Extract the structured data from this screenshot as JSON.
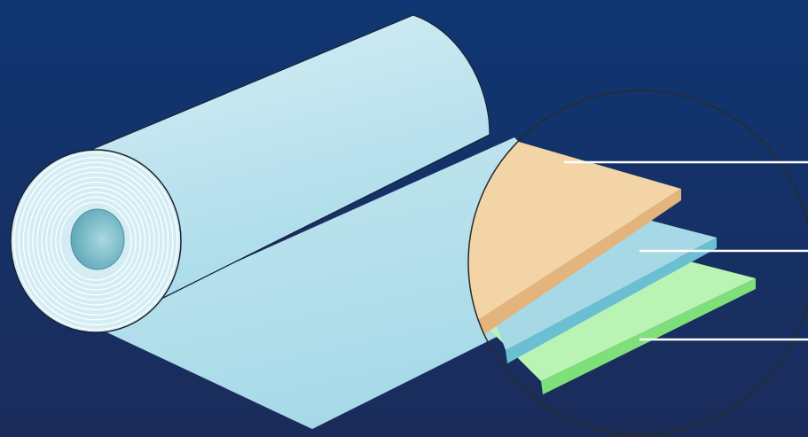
{
  "diagram": {
    "subject": "paper-roll-with-layer-magnifier",
    "colors": {
      "background_top": "#0f3672",
      "background_bottom": "#1b2c5a",
      "roll_body": "#cbe9f1",
      "roll_shade": "#a9dbea",
      "roll_outline": "#1a2233",
      "core": "#7fbfcc",
      "layer_top": "#f2d4a6",
      "layer_top_edge": "#e3b47b",
      "layer_middle": "#a7d8e5",
      "layer_middle_edge": "#6bbfd3",
      "layer_bottom": "#baf4b5",
      "layer_bottom_edge": "#7fe07a",
      "leader_line": "#ffffff",
      "magnifier_outline": "#2a2a2a"
    },
    "layers": [
      {
        "id": "top",
        "color_key": "layer_top"
      },
      {
        "id": "middle",
        "color_key": "layer_middle"
      },
      {
        "id": "bottom",
        "color_key": "layer_bottom"
      }
    ]
  }
}
